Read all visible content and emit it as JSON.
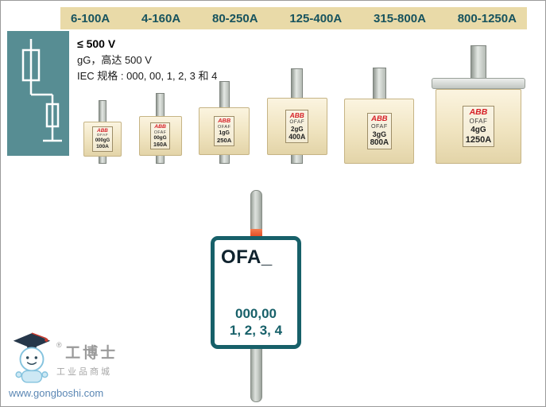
{
  "header": {
    "ratings": [
      "6-100A",
      "4-160A",
      "80-250A",
      "125-400A",
      "315-800A",
      "800-1250A"
    ]
  },
  "specs": {
    "voltage": "≤ 500 V",
    "class_line": "gG，高达 500 V",
    "iec_line": "IEC 规格 : 000, 00, 1, 2, 3 和 4"
  },
  "fuses": [
    {
      "brand": "ABB",
      "series": "OFAF",
      "size": "000gG",
      "amps": "100A"
    },
    {
      "brand": "ABB",
      "series": "OFAF",
      "size": "00gG",
      "amps": "160A"
    },
    {
      "brand": "ABB",
      "series": "OFAF",
      "size": "1gG",
      "amps": "250A"
    },
    {
      "brand": "ABB",
      "series": "OFAF",
      "size": "2gG",
      "amps": "400A"
    },
    {
      "brand": "ABB",
      "series": "OFAF",
      "size": "3gG",
      "amps": "800A"
    },
    {
      "brand": "ABB",
      "series": "OFAF",
      "size": "4gG",
      "amps": "1250A"
    }
  ],
  "selector_diagram": {
    "model": "OFA_",
    "sizes_line1": "000,00",
    "sizes_line2": "1, 2, 3, 4"
  },
  "watermark": {
    "reg": "®",
    "name": "工博士",
    "subtitle": "工业品商城",
    "url": "www.gongboshi.com"
  },
  "icons": {
    "fuse_symbol": "fuse-symbol-icon",
    "mascot": "mascot-icon"
  },
  "colors": {
    "header_bg": "#e9daa8",
    "header_text": "#17535e",
    "panel_teal": "#578d93",
    "accent_teal": "#176069",
    "marker_red": "#dd3a13",
    "fuse_body": "#f0e4c0",
    "brand_red": "#d61f26"
  }
}
